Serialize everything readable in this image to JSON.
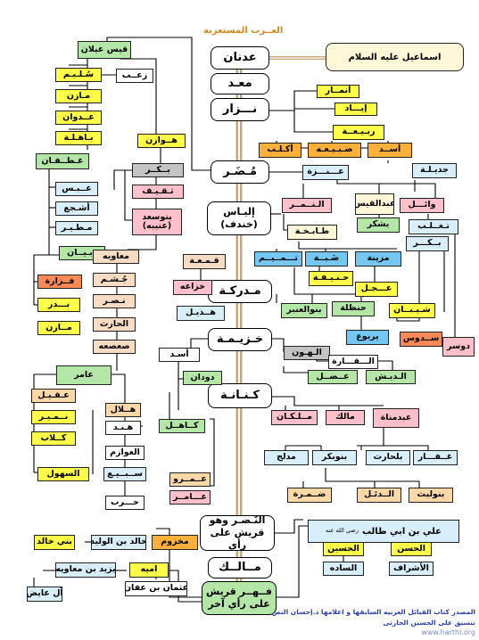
{
  "title": "العــرب المستعربة",
  "main_line": [
    "عدنان",
    "معـد",
    "نـــزار",
    "مُـضَـر",
    "إليـاس (خندف)",
    "مـدركـة",
    "خـزيـمـة",
    "كـنـانـة",
    "النَّـضـر وهو قريش على رأي",
    "مــالــك",
    "فــهــر قريش على رأي آخر"
  ],
  "ismail": "اسماعيل عليه السلام",
  "nodes": {
    "qays": "قيس عيلان",
    "zab": "زعــب",
    "sulaym": "سُـلـيـم",
    "mazin1": "مـازن",
    "adwan": "عــدوان",
    "bahila": "بـاهـلـة",
    "hawazin": "هــوازن",
    "ghatafan": "غـطــفـان",
    "bakr1": "بــكــر",
    "abs": "عــبـس",
    "ashja": "أشـجع",
    "thaqif": "ثـقـيـف",
    "matir": "مـطـيـر",
    "banusaad": "بنوسعد (عتيبه)",
    "dhubyan": "ذبـيــان",
    "muawiya1": "معاويه",
    "fazara": "فــزارة",
    "jusham": "جُـشـم",
    "badr": "بـــدر",
    "nasr": "نـصـر",
    "mazin2": "مــازن",
    "harith": "الحارث",
    "sasaa": "صعصعه",
    "amir": "عامر",
    "uqayl": "عـقـيـل",
    "numayr": "نــمـيـر",
    "kilab": "كــلاب",
    "suhool": "السهول",
    "hilal": "هــلال",
    "hind": "هـنـد",
    "awazim": "العوازم",
    "subay": "ســبــيـع",
    "harb": "حـــرب",
    "anmar": "أنمــار",
    "iyad": "إيـــاد",
    "rabia": "ربـيـعــة",
    "aklub": "أكـلـب",
    "dubayya": "ضـبـيـعـه",
    "asad1": "أســد",
    "jadila": "جديـلـة",
    "anaza": "عـــنـــزة",
    "wail": "وائـــل",
    "abdalqays": "عبدالقيس",
    "namir": "الـنــمــر",
    "yashkur": "يشكر",
    "taghlib": "تـغــلـب",
    "bakr2": "بــكـــر",
    "tabikha": "طـابـخـة",
    "taym": "تـــمــيــم",
    "dabba": "ضَـبــة",
    "muzayna": "مزينة",
    "hanifa": "حـنـيـفـة",
    "ijl": "عـــجـل",
    "banualanbar": "بنوالعنبر",
    "hanzala": "حنظلة",
    "shayban": "شـيـبــان",
    "yarbu": "يربوع",
    "sadus": "ســدوس",
    "dawsar": "دوسر",
    "qamaa": "قـمـعـة",
    "khuzaa": "خزاعه",
    "hudhayl": "هــذيـل",
    "hawn": "الـهـون",
    "qara": "الـــقـــارة",
    "dish": "الـديـش",
    "adal": "عــضــل",
    "asad2": "أسـد",
    "dudan": "دودان",
    "kahil": "كــاهــل",
    "malkan": "مــلـكـان",
    "malik2": "مالك",
    "abdmanat": "عبدمناة",
    "ghifar": "غــفـــار",
    "balharith": "بلحارث",
    "banubakr": "بنوبكر",
    "mudlij": "مدلج",
    "banulayth": "بنوليث",
    "dil": "الــدئـل",
    "damra": "ضــمـرة",
    "amr": "عــمــرو",
    "amir2": "عـــامــر",
    "ali": "علي بن ابي طالب",
    "ali_suffix": "رضي الله عنه",
    "hasan": "الحسن",
    "husayn": "الحسين",
    "ashraf": "الأشراف",
    "sada": "الساده",
    "makhzum": "مخزوم",
    "khalid": "خالد بن الوليد",
    "banukhalid": "بني خالد",
    "umayya": "اميه",
    "yazid": "يزيد بن معاويه",
    "uthman": "عثمان بن عفان",
    "al_ayid": "آل عايض"
  },
  "footer": {
    "source": "المصدر كتاب القبائل العربيه السابقها و اعلامها د.إحسان النص",
    "coord": "تنسيق على الحسين الحارثى",
    "site": "www.harthi.org"
  },
  "colors": {
    "title": "#d48a20",
    "footer": "#2a3fb0",
    "site": "#7a8ad0",
    "mainline": "#d9b489"
  }
}
